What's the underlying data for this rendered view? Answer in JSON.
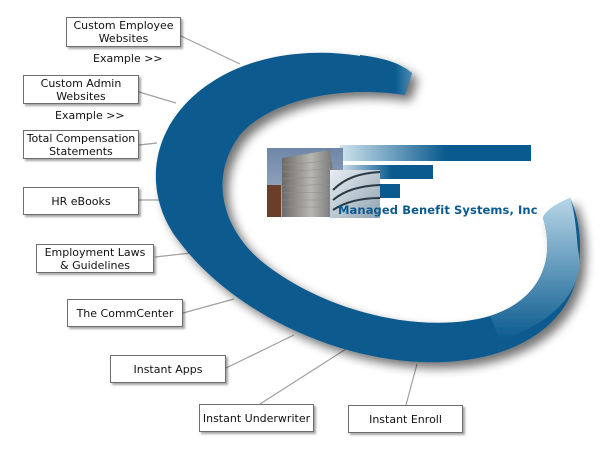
{
  "company": {
    "name": "Managed Benefit Systems, Inc"
  },
  "colors": {
    "brand_blue": "#0b5a8f",
    "swoosh_light": "#a9cde0",
    "line_gray": "#9a9a9a"
  },
  "items": [
    {
      "id": "custom-employee-websites",
      "label_line1": "Custom Employee",
      "label_line2": "Websites",
      "example": "Example >>"
    },
    {
      "id": "custom-admin-websites",
      "label_line1": "Custom Admin",
      "label_line2": "Websites",
      "example": "Example >>"
    },
    {
      "id": "total-compensation-statements",
      "label_line1": "Total Compensation",
      "label_line2": "Statements"
    },
    {
      "id": "hr-ebooks",
      "label_line1": "HR eBooks"
    },
    {
      "id": "employment-laws",
      "label_line1": "Employment Laws",
      "label_line2": "& Guidelines"
    },
    {
      "id": "commcenter",
      "label_line1": "The CommCenter"
    },
    {
      "id": "instant-apps",
      "label_line1": "Instant Apps"
    },
    {
      "id": "instant-underwriter",
      "label_line1": "Instant Underwriter"
    },
    {
      "id": "instant-enroll",
      "label_line1": "Instant Enroll"
    }
  ]
}
